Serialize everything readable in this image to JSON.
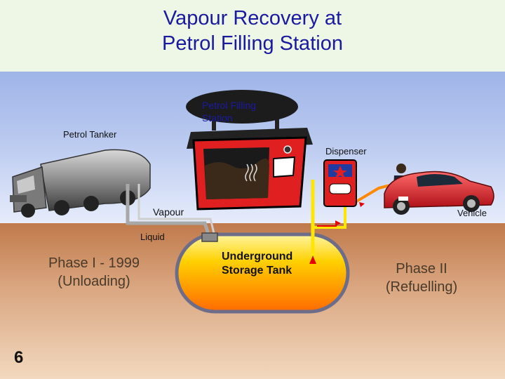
{
  "title_line1": "Vapour Recovery at",
  "title_line2": "Petrol Filling Station",
  "labels": {
    "station_bubble": "Petrol Filling Station",
    "tanker": "Petrol Tanker",
    "dispenser": "Dispenser",
    "vapour": "Vapour",
    "vehicle": "Vehicle",
    "liquid": "Liquid",
    "tank_line1": "Underground",
    "tank_line2": "Storage Tank"
  },
  "phase1": {
    "line1": "Phase I - 1999",
    "line2": "(Unloading)"
  },
  "phase2": {
    "line1": "Phase II",
    "line2": "(Refuelling)"
  },
  "slide_number": "6",
  "colors": {
    "title": "#1a1aa0",
    "station_body": "#e02020",
    "tank_fill_top": "#ffd000",
    "tank_fill_bottom": "#ff6a00",
    "vapour_line": "#ffe600",
    "liquid_line": "#a8a8a8",
    "car": "#e3242b",
    "sky": "#b9c9ef",
    "ground": "#d9a57f"
  }
}
